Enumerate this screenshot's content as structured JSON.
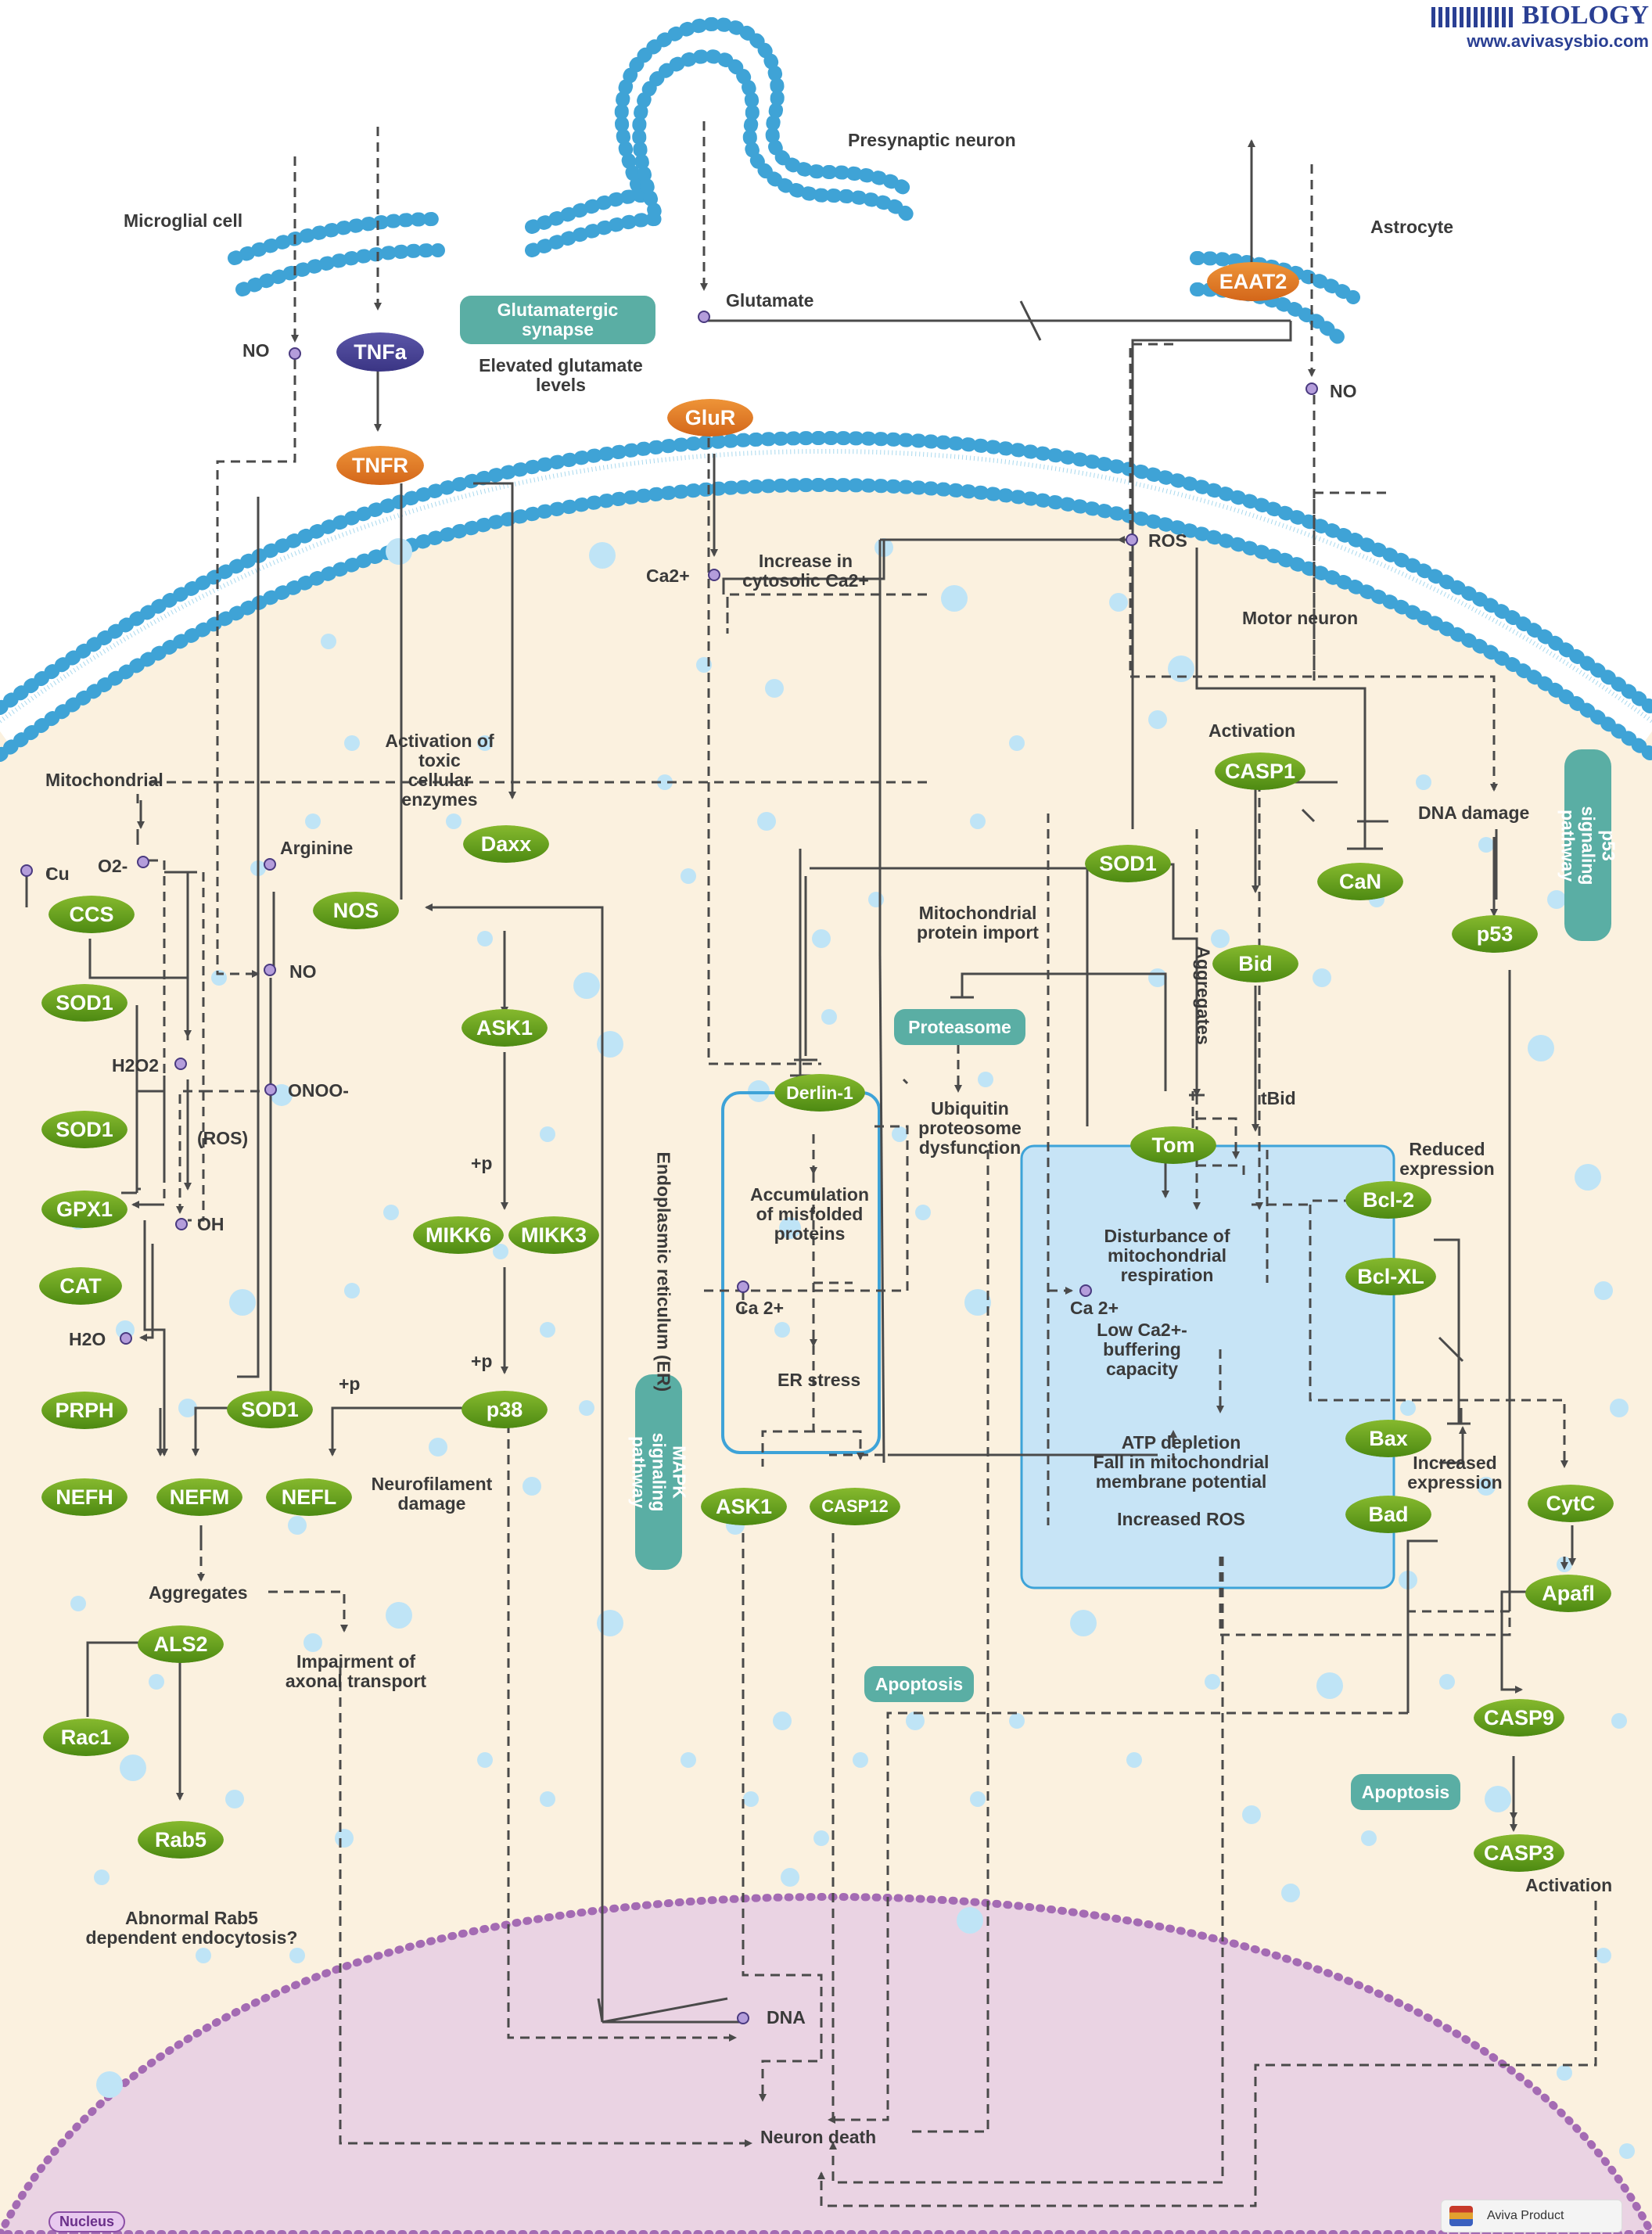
{
  "brand": {
    "title": "BIOLOGY",
    "url": "www.avivasysbio.com"
  },
  "footer": {
    "nucleus": "Nucleus",
    "product": "Aviva Product"
  },
  "nodes": {
    "tnfa": "TNFa",
    "tnfr": "TNFR",
    "glur": "GluR",
    "eaat2": "EAAT2",
    "ccs": "CCS",
    "sod1_a": "SOD1",
    "sod1_b": "SOD1",
    "gpx1": "GPX1",
    "cat": "CAT",
    "prph": "PRPH",
    "nefh": "NEFH",
    "nefm": "NEFM",
    "nefl": "NEFL",
    "sod1_c": "SOD1",
    "als2": "ALS2",
    "rac1": "Rac1",
    "rab5": "Rab5",
    "nos": "NOS",
    "daxx": "Daxx",
    "ask1_a": "ASK1",
    "mikk6": "MIKK6",
    "mikk3": "MIKK3",
    "p38": "p38",
    "derlin1": "Derlin-1",
    "ask1_b": "ASK1",
    "casp12": "CASP12",
    "sod1_d": "SOD1",
    "casp1": "CASP1",
    "can": "CaN",
    "bid": "Bid",
    "tom": "Tom",
    "p53": "p53",
    "bcl2": "Bcl-2",
    "bclxl": "Bcl-XL",
    "bax": "Bax",
    "bad": "Bad",
    "cytc": "CytC",
    "apafl": "Apafl",
    "casp9": "CASP9",
    "casp3": "CASP3"
  },
  "boxes": {
    "glut_synapse": "Glutamatergic synapse",
    "proteasome": "Proteasome",
    "apoptosis_a": "Apoptosis",
    "apoptosis_b": "Apoptosis",
    "mapk": "MAPK signaling pathway",
    "p53path": "p53 signaling pathway"
  },
  "labels": {
    "presynaptic": "Presynaptic neuron",
    "microglial": "Microglial cell",
    "astrocyte": "Astrocyte",
    "glutamate": "Glutamate",
    "no_left": "NO",
    "no_right": "NO",
    "elevated": "Elevated glutamate levels",
    "ca2_top": "Ca2+",
    "increase_ca": "Increase in cytosolic Ca2+",
    "ros_top": "ROS",
    "motor": "Motor neuron",
    "activation_top": "Activation",
    "dna_damage": "DNA damage",
    "mito_label": "Mitochondrial",
    "cu": "Cu",
    "o2": "O2-",
    "h2o2": "H2O2",
    "ros_paren": "(ROS)",
    "oh": "OH",
    "h2o": "H2O",
    "arginine": "Arginine",
    "no_mid": "NO",
    "onoo": "ONOO-",
    "toxic": "Activation of toxic cellular enzymes",
    "plus_p1": "+p",
    "plus_p2": "+p",
    "plus_p3": "+p",
    "neurofil": "Neurofilament damage",
    "aggregates_left": "Aggregates",
    "axonal": "Impairment of axonal transport",
    "abnormal": "Abnormal Rab5 dependent endocytosis?",
    "er": "Endoplasmic reticulum (ER)",
    "misfolded": "Accumulation of misfolded proteins",
    "ca2_er": "Ca 2+",
    "er_stress": "ER stress",
    "mito_import": "Mitochondrial protein import",
    "ubiq": "Ubiquitin proteosome dysfunction",
    "aggregates_right": "Aggregates",
    "tbid": "tBid",
    "disturb": "Disturbance of mitochondrial respiration",
    "ca2_mito": "Ca 2+",
    "low_ca": "Low Ca2+- buffering capacity",
    "atp": "ATP depletion",
    "fall": "Fall in mitochondrial membrane potential",
    "incr_ros": "Increased ROS",
    "reduced": "Reduced expression",
    "increased": "Increased expression",
    "activation_bottom": "Activation",
    "dna": "DNA",
    "death": "Neuron death"
  }
}
